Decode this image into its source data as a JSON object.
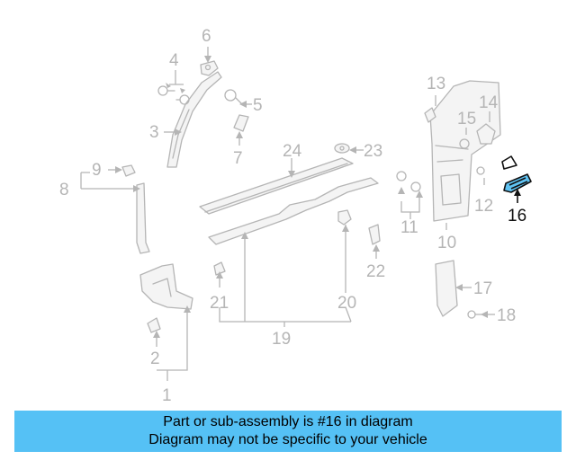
{
  "callouts": {
    "c1": "1",
    "c2": "2",
    "c3": "3",
    "c4": "4",
    "c5": "5",
    "c6": "6",
    "c7": "7",
    "c8": "8",
    "c9": "9",
    "c10": "10",
    "c11": "11",
    "c12": "12",
    "c13": "13",
    "c14": "14",
    "c15": "15",
    "c16": "16",
    "c17": "17",
    "c18": "18",
    "c19": "19",
    "c20": "20",
    "c21": "21",
    "c22": "22",
    "c23": "23",
    "c24": "24"
  },
  "highlighted_part": "16",
  "colors": {
    "highlight": "#5fc3f3",
    "banner": "#55c1f5",
    "line_art": "#b5b5b5"
  },
  "banner": {
    "line1": "Part or sub-assembly is #16 in diagram",
    "line2": "Diagram may not be specific to your vehicle"
  }
}
